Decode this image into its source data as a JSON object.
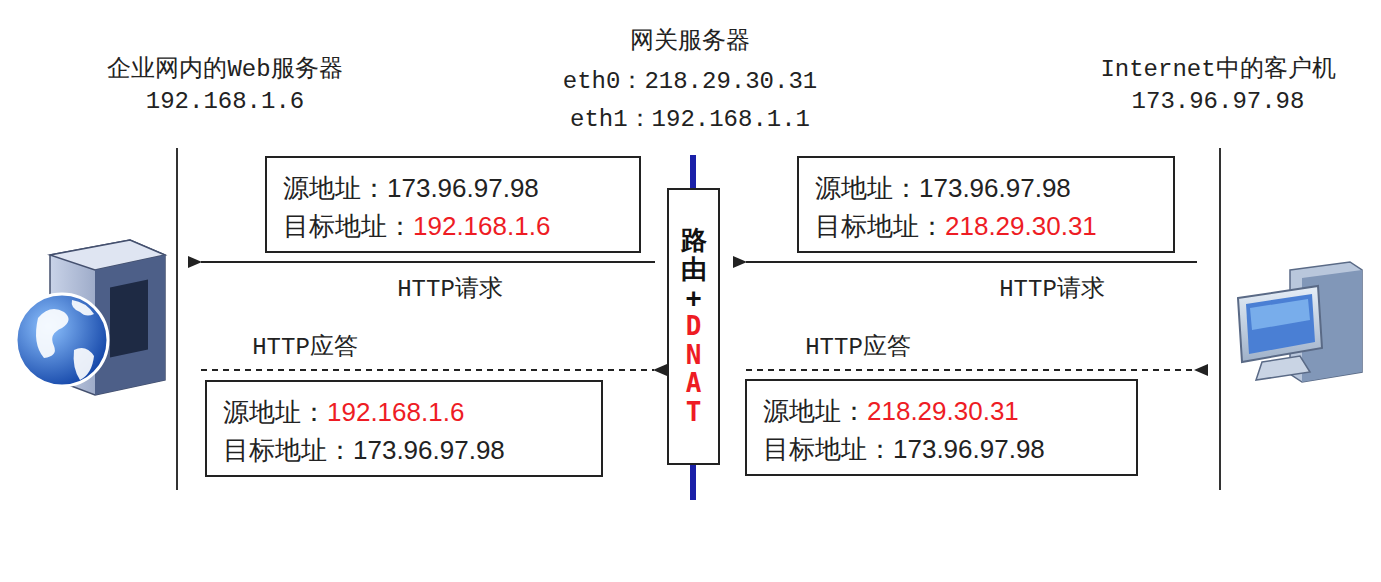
{
  "diagram": {
    "nodes": [
      {
        "text": [
          "源地址：173.96.97.98",
          "目标地址：",
          "192.168.1.6"
        ]
      },
      {
        "text": [
          "路由+",
          "DNAT"
        ]
      },
      {
        "text": [
          "源地址：173.96.97.98",
          "目标地址：",
          "218.29.30.31"
        ]
      },
      {
        "text": [
          "源地址：",
          "192.168.1.6",
          "目标地址：173.96.97.98"
        ]
      },
      {
        "text": [
          "源地址：",
          "218.29.30.31",
          "目标地址：173.96.97.98"
        ]
      }
    ],
    "labels": [
      "企业网内的Web服务器",
      "192.168.1.6",
      "网关服务器",
      "eth0：218.29.30.31",
      "eth1：192.168.1.1",
      "Internet中的客户机",
      "173.96.97.98",
      "HTTP请求",
      "HTTP请求",
      "HTTP应答",
      "HTTP应答"
    ]
  }
}
